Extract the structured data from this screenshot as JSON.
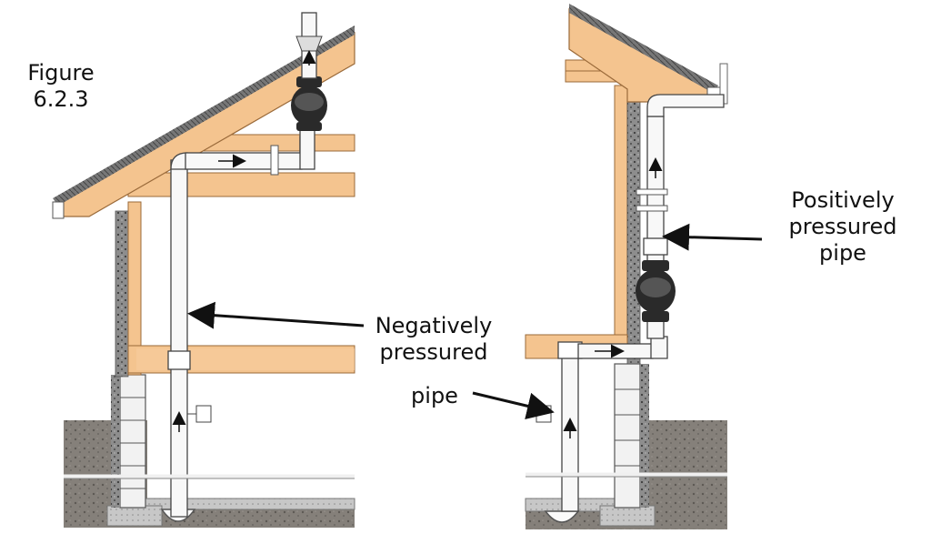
{
  "figure": {
    "line1": "Figure",
    "line2": "6.2.3"
  },
  "labels": {
    "negative": {
      "line1": "Negatively",
      "line2": "pressured"
    },
    "pipe": "pipe",
    "positive": {
      "line1": "Positively",
      "line2": "pressured",
      "line3": "pipe"
    }
  },
  "colors": {
    "lumber": "#f4c48f",
    "lumber_stroke": "#9a6a3a",
    "pipe": "#f7f7f7",
    "pipe_stroke": "#444444",
    "fan": "#2a2a2a",
    "masonry": "#7a7a7a",
    "soil": "#6e6a64"
  }
}
